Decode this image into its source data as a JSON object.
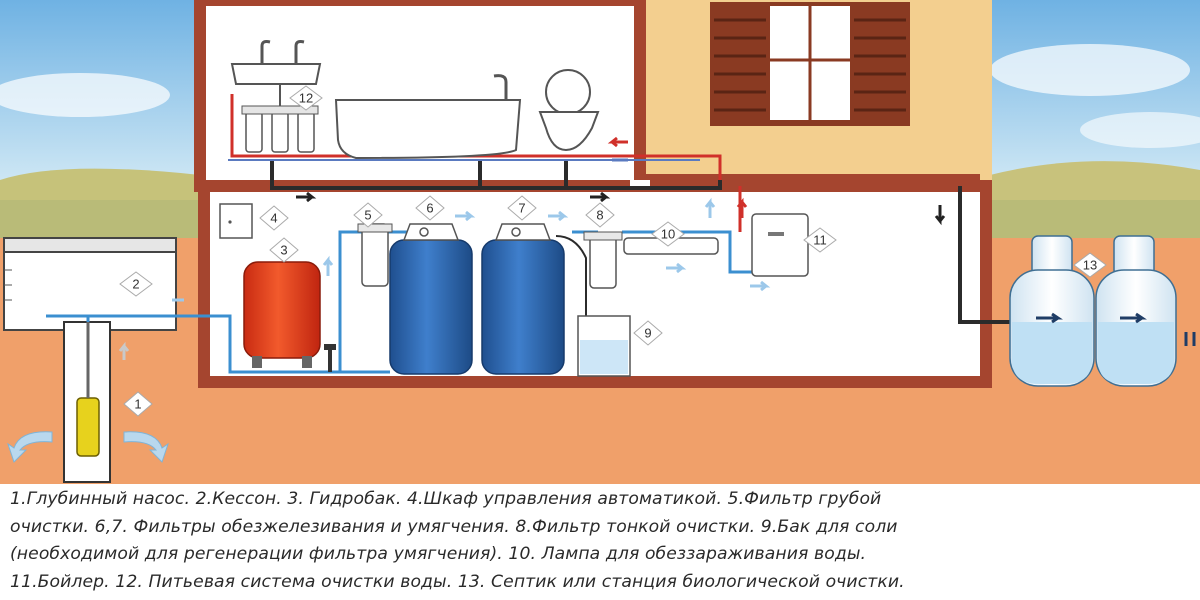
{
  "labels": {
    "n1": "1",
    "n2": "2",
    "n3": "3",
    "n4": "4",
    "n5": "5",
    "n6": "6",
    "n7": "7",
    "n8": "8",
    "n9": "9",
    "n10": "10",
    "n11": "11",
    "n12": "12",
    "n13": "13"
  },
  "caption": {
    "line1": "1.Глубинный насос. 2.Кессон. 3. Гидробак. 4.Шкаф управления автоматикой. 5.Фильтр грубой",
    "line2": "очистки. 6,7. Фильтры обезжелезивания и умягчения. 8.Фильтр тонкой очистки. 9.Бак для соли",
    "line3": "(необходимой для регенерации фильтра умягчения). 10. Лампа для обеззараживания воды.",
    "line4": "11.Бойлер. 12. Питьевая система очистки воды. 13. Септик или станция биологической очистки."
  },
  "colors": {
    "sky": "#8ec6ea",
    "ground": "#f0a06a",
    "wall": "#a5452f",
    "facade": "#f3cf8f",
    "tank_blue": "#2f6bb3",
    "tank_red": "#e23a1f",
    "pipe_blue": "#3b8fd0",
    "pipe_dark": "#2b2b2b"
  }
}
